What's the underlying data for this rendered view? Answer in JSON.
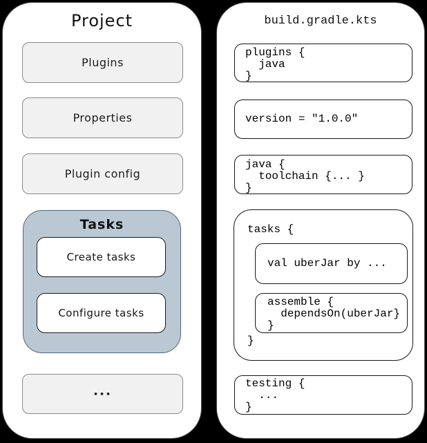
{
  "left_panel": {
    "title": "Project",
    "boxes": [
      {
        "label": "Plugins"
      },
      {
        "label": "Properties"
      },
      {
        "label": "Plugin config"
      }
    ],
    "tasks_group": {
      "title": "Tasks",
      "items": [
        {
          "label": "Create tasks"
        },
        {
          "label": "Configure tasks"
        }
      ]
    },
    "more_label": "•••"
  },
  "right_panel": {
    "title": "build.gradle.kts",
    "code_boxes": {
      "plugins": "plugins {\n  java\n}",
      "version": "version = \"1.0.0\"",
      "java": "java {\n  toolchain {... }\n}",
      "tasks_open": "tasks {",
      "uber_jar": "val uberJar by ...",
      "assemble": "assemble {\n  dependsOn(uberJar}\n}",
      "tasks_close": "}",
      "testing": "testing {\n  ...\n}"
    }
  },
  "colors": {
    "background": "#000000",
    "panel_fill": "#ffffff",
    "panel_border": "#4a4a4a",
    "gray_box_fill": "#f1f1f1",
    "gray_box_border": "#898989",
    "tasks_group_fill": "#b9c8d3",
    "tasks_group_border": "#50647a",
    "code_box_border": "#161616",
    "text": "#111111"
  }
}
